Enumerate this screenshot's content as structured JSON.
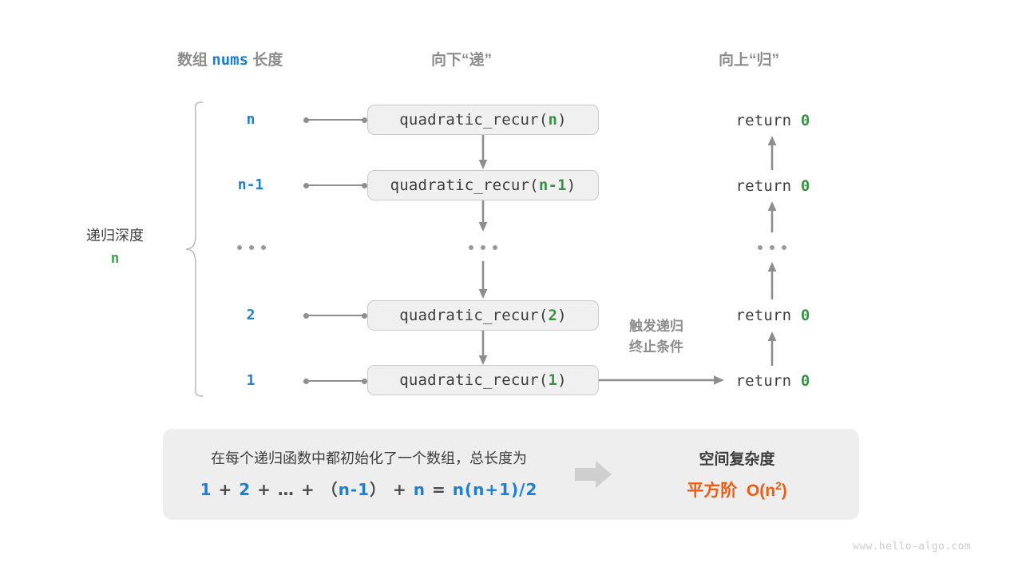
{
  "headers": {
    "left_prefix": "数组",
    "left_mono": "nums",
    "left_suffix": "长度",
    "middle": "向下“递”",
    "right": "向上“归”"
  },
  "depth_bracket": {
    "label": "递归深度",
    "value": "n"
  },
  "rows": [
    {
      "depth": "n",
      "call_prefix": "quadratic_recur(",
      "call_arg": "n",
      "call_suffix": ")",
      "return_text": "return ",
      "return_value": "0"
    },
    {
      "depth": "n-1",
      "call_prefix": "quadratic_recur(",
      "call_arg": "n-1",
      "call_suffix": ")",
      "return_text": "return ",
      "return_value": "0"
    },
    {
      "depth": "...",
      "call_prefix": "...",
      "call_arg": "",
      "call_suffix": "",
      "return_text": "...",
      "return_value": ""
    },
    {
      "depth": "2",
      "call_prefix": "quadratic_recur(",
      "call_arg": "2",
      "call_suffix": ")",
      "return_text": "return ",
      "return_value": "0"
    },
    {
      "depth": "1",
      "call_prefix": "quadratic_recur(",
      "call_arg": "1",
      "call_suffix": ")",
      "return_text": "return ",
      "return_value": "0"
    }
  ],
  "trigger_note": {
    "line1": "触发递归",
    "line2": "终止条件"
  },
  "summary": {
    "description": "在每个递归函数中都初始化了一个数组，总长度为",
    "formula": {
      "t1": "1",
      "o1": "+",
      "t2": "2",
      "o2": "+",
      "t3": "…",
      "o3": "+",
      "p1": "（",
      "t4": "n-1",
      "p2": "）",
      "o4": "+",
      "t5": "n",
      "eq": "=",
      "t6": "n(n+1)/2"
    },
    "title": "空间复杂度",
    "complexity_label": "平方阶",
    "complexity_big": "O(n",
    "complexity_sup": "2",
    "complexity_close": ")"
  },
  "watermark": "www.hello-algo.com",
  "colors": {
    "blue": "#1f7fd1",
    "green": "#4a9e55",
    "orange": "#ef5b10",
    "gray_text": "#3d3d3d",
    "gray_muted": "#8c8c8c",
    "box_fill": "#f0f0f0",
    "box_border": "#c9c9c9",
    "panel_fill": "#eeeeee",
    "line": "#8e8e8e"
  }
}
